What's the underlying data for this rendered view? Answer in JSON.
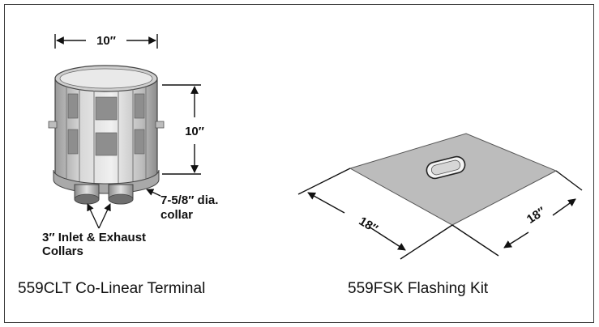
{
  "terminal": {
    "width_label": "10″",
    "height_label": "10″",
    "collar_dia_line1": "7-5/8″ dia.",
    "collar_dia_line2": "collar",
    "inlet_line1": "3″ Inlet & Exhaust",
    "inlet_line2": "Collars",
    "caption": "559CLT Co-Linear Terminal"
  },
  "flashing": {
    "left_dim_label": "18″",
    "right_dim_label": "18″",
    "caption": "559FSK Flashing Kit"
  }
}
